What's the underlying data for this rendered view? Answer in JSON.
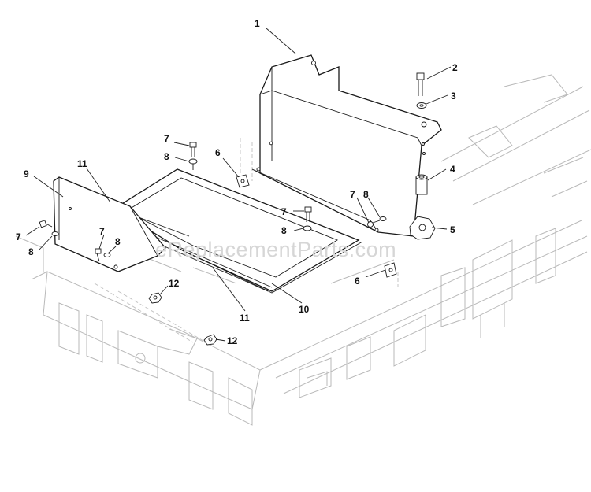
{
  "watermark": "eReplacementParts.com",
  "callouts": [
    {
      "id": "c1",
      "text": "1"
    },
    {
      "id": "c2",
      "text": "2"
    },
    {
      "id": "c3",
      "text": "3"
    },
    {
      "id": "c4",
      "text": "4"
    },
    {
      "id": "c5",
      "text": "5"
    },
    {
      "id": "c6a",
      "text": "6"
    },
    {
      "id": "c6b",
      "text": "6"
    },
    {
      "id": "c7a",
      "text": "7"
    },
    {
      "id": "c7b",
      "text": "7"
    },
    {
      "id": "c7c",
      "text": "7"
    },
    {
      "id": "c7d",
      "text": "7"
    },
    {
      "id": "c7e",
      "text": "7"
    },
    {
      "id": "c8a",
      "text": "8"
    },
    {
      "id": "c8b",
      "text": "8"
    },
    {
      "id": "c8c",
      "text": "8"
    },
    {
      "id": "c8d",
      "text": "8"
    },
    {
      "id": "c8e",
      "text": "8"
    },
    {
      "id": "c9",
      "text": "9"
    },
    {
      "id": "c10",
      "text": "10"
    },
    {
      "id": "c11a",
      "text": "11"
    },
    {
      "id": "c11b",
      "text": "11"
    },
    {
      "id": "c12a",
      "text": "12"
    },
    {
      "id": "c12b",
      "text": "12"
    }
  ]
}
